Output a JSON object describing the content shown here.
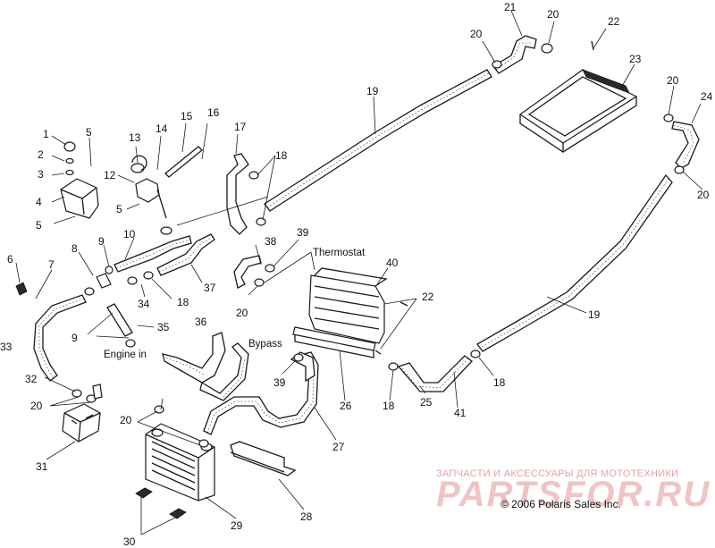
{
  "callouts": {
    "c1": "1",
    "c2": "2",
    "c3": "3",
    "c4": "4",
    "c5a": "5",
    "c5b": "5",
    "c5c": "5",
    "c6": "6",
    "c7": "7",
    "c8": "8",
    "c9a": "9",
    "c9b": "9",
    "c10": "10",
    "c12": "12",
    "c13": "13",
    "c14": "14",
    "c15": "15",
    "c16": "16",
    "c17": "17",
    "c18a": "18",
    "c18b": "18",
    "c18c": "18",
    "c18d": "18",
    "c19a": "19",
    "c19b": "19",
    "c20a": "20",
    "c20b": "20",
    "c20c": "20",
    "c20d": "20",
    "c20e": "20",
    "c20f": "20",
    "c20g": "20",
    "c21": "21",
    "c22a": "22",
    "c22b": "22",
    "c23": "23",
    "c24": "24",
    "c25": "25",
    "c26": "26",
    "c27": "27",
    "c28": "28",
    "c29": "29",
    "c30": "30",
    "c31": "31",
    "c32": "32",
    "c33": "33",
    "c34": "34",
    "c35": "35",
    "c36": "36",
    "c37": "37",
    "c38": "38",
    "c39a": "39",
    "c39b": "39",
    "c40": "40",
    "c41": "41"
  },
  "labels": {
    "thermostat": "Thermostat",
    "bypass": "Bypass",
    "engine_in": "Engine in"
  },
  "watermark": {
    "caption": "ЗАПЧАСТИ И АКСЕССУАРЫ ДЛЯ МОТОТЕХНИКИ",
    "brand": "PARTSFOR.RU"
  },
  "copyright": "© 2006 Polaris Sales Inc.",
  "colors": {
    "line": "#1a1a1a",
    "watermark": "#e2a3a3",
    "background": "#ffffff"
  }
}
